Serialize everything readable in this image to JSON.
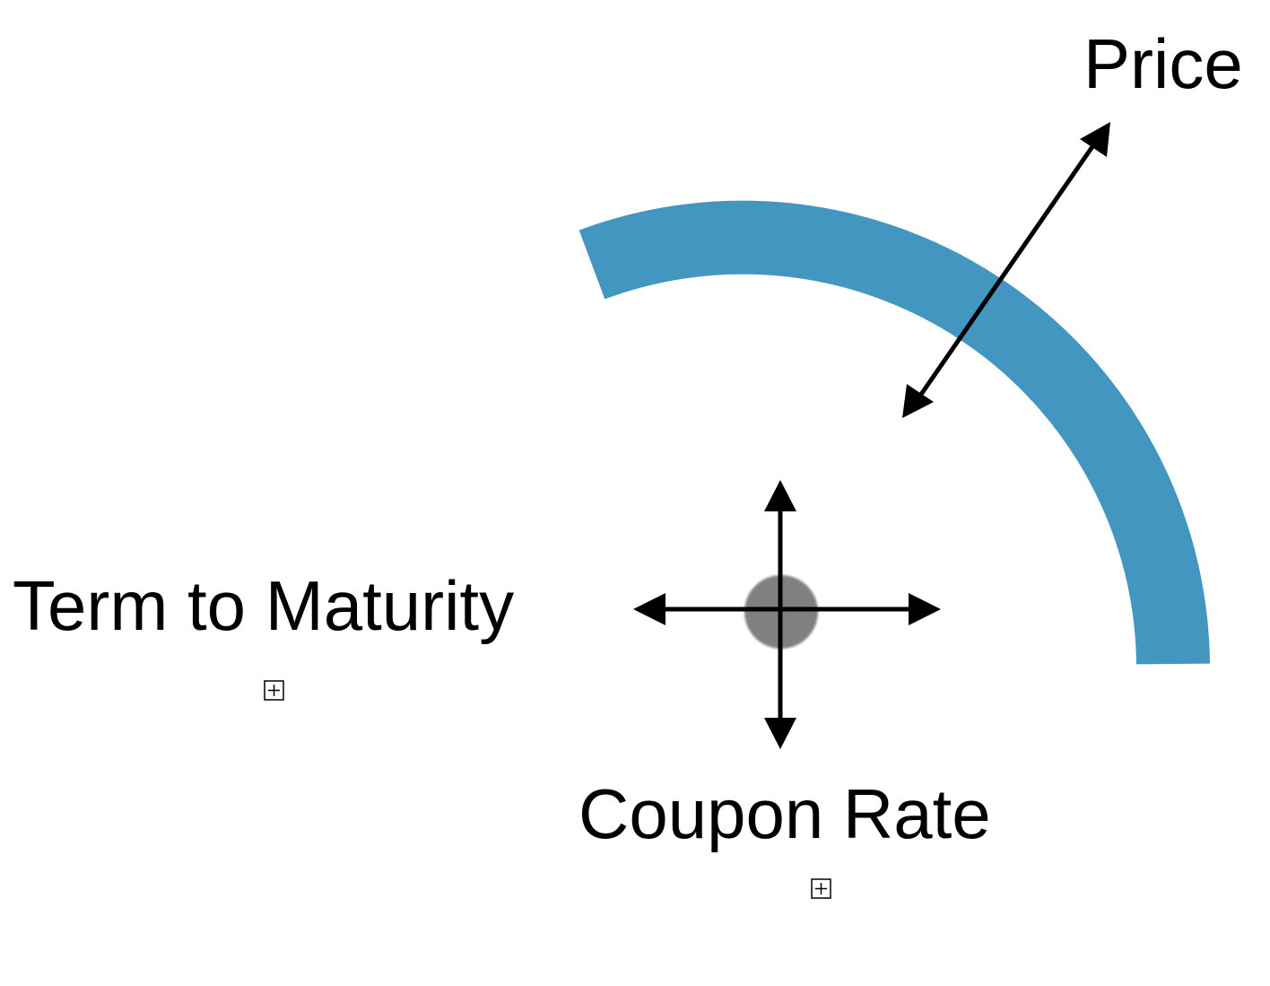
{
  "labels": {
    "price": "Price",
    "term_to_maturity": "Term to Maturity",
    "coupon_rate": "Coupon Rate"
  },
  "colors": {
    "arc": "#4296c0",
    "knob": "#808080",
    "arrows": "#000000",
    "background": "#ffffff"
  },
  "icons": {
    "expand_term": "plus-box-icon",
    "expand_coupon": "plus-box-icon"
  }
}
